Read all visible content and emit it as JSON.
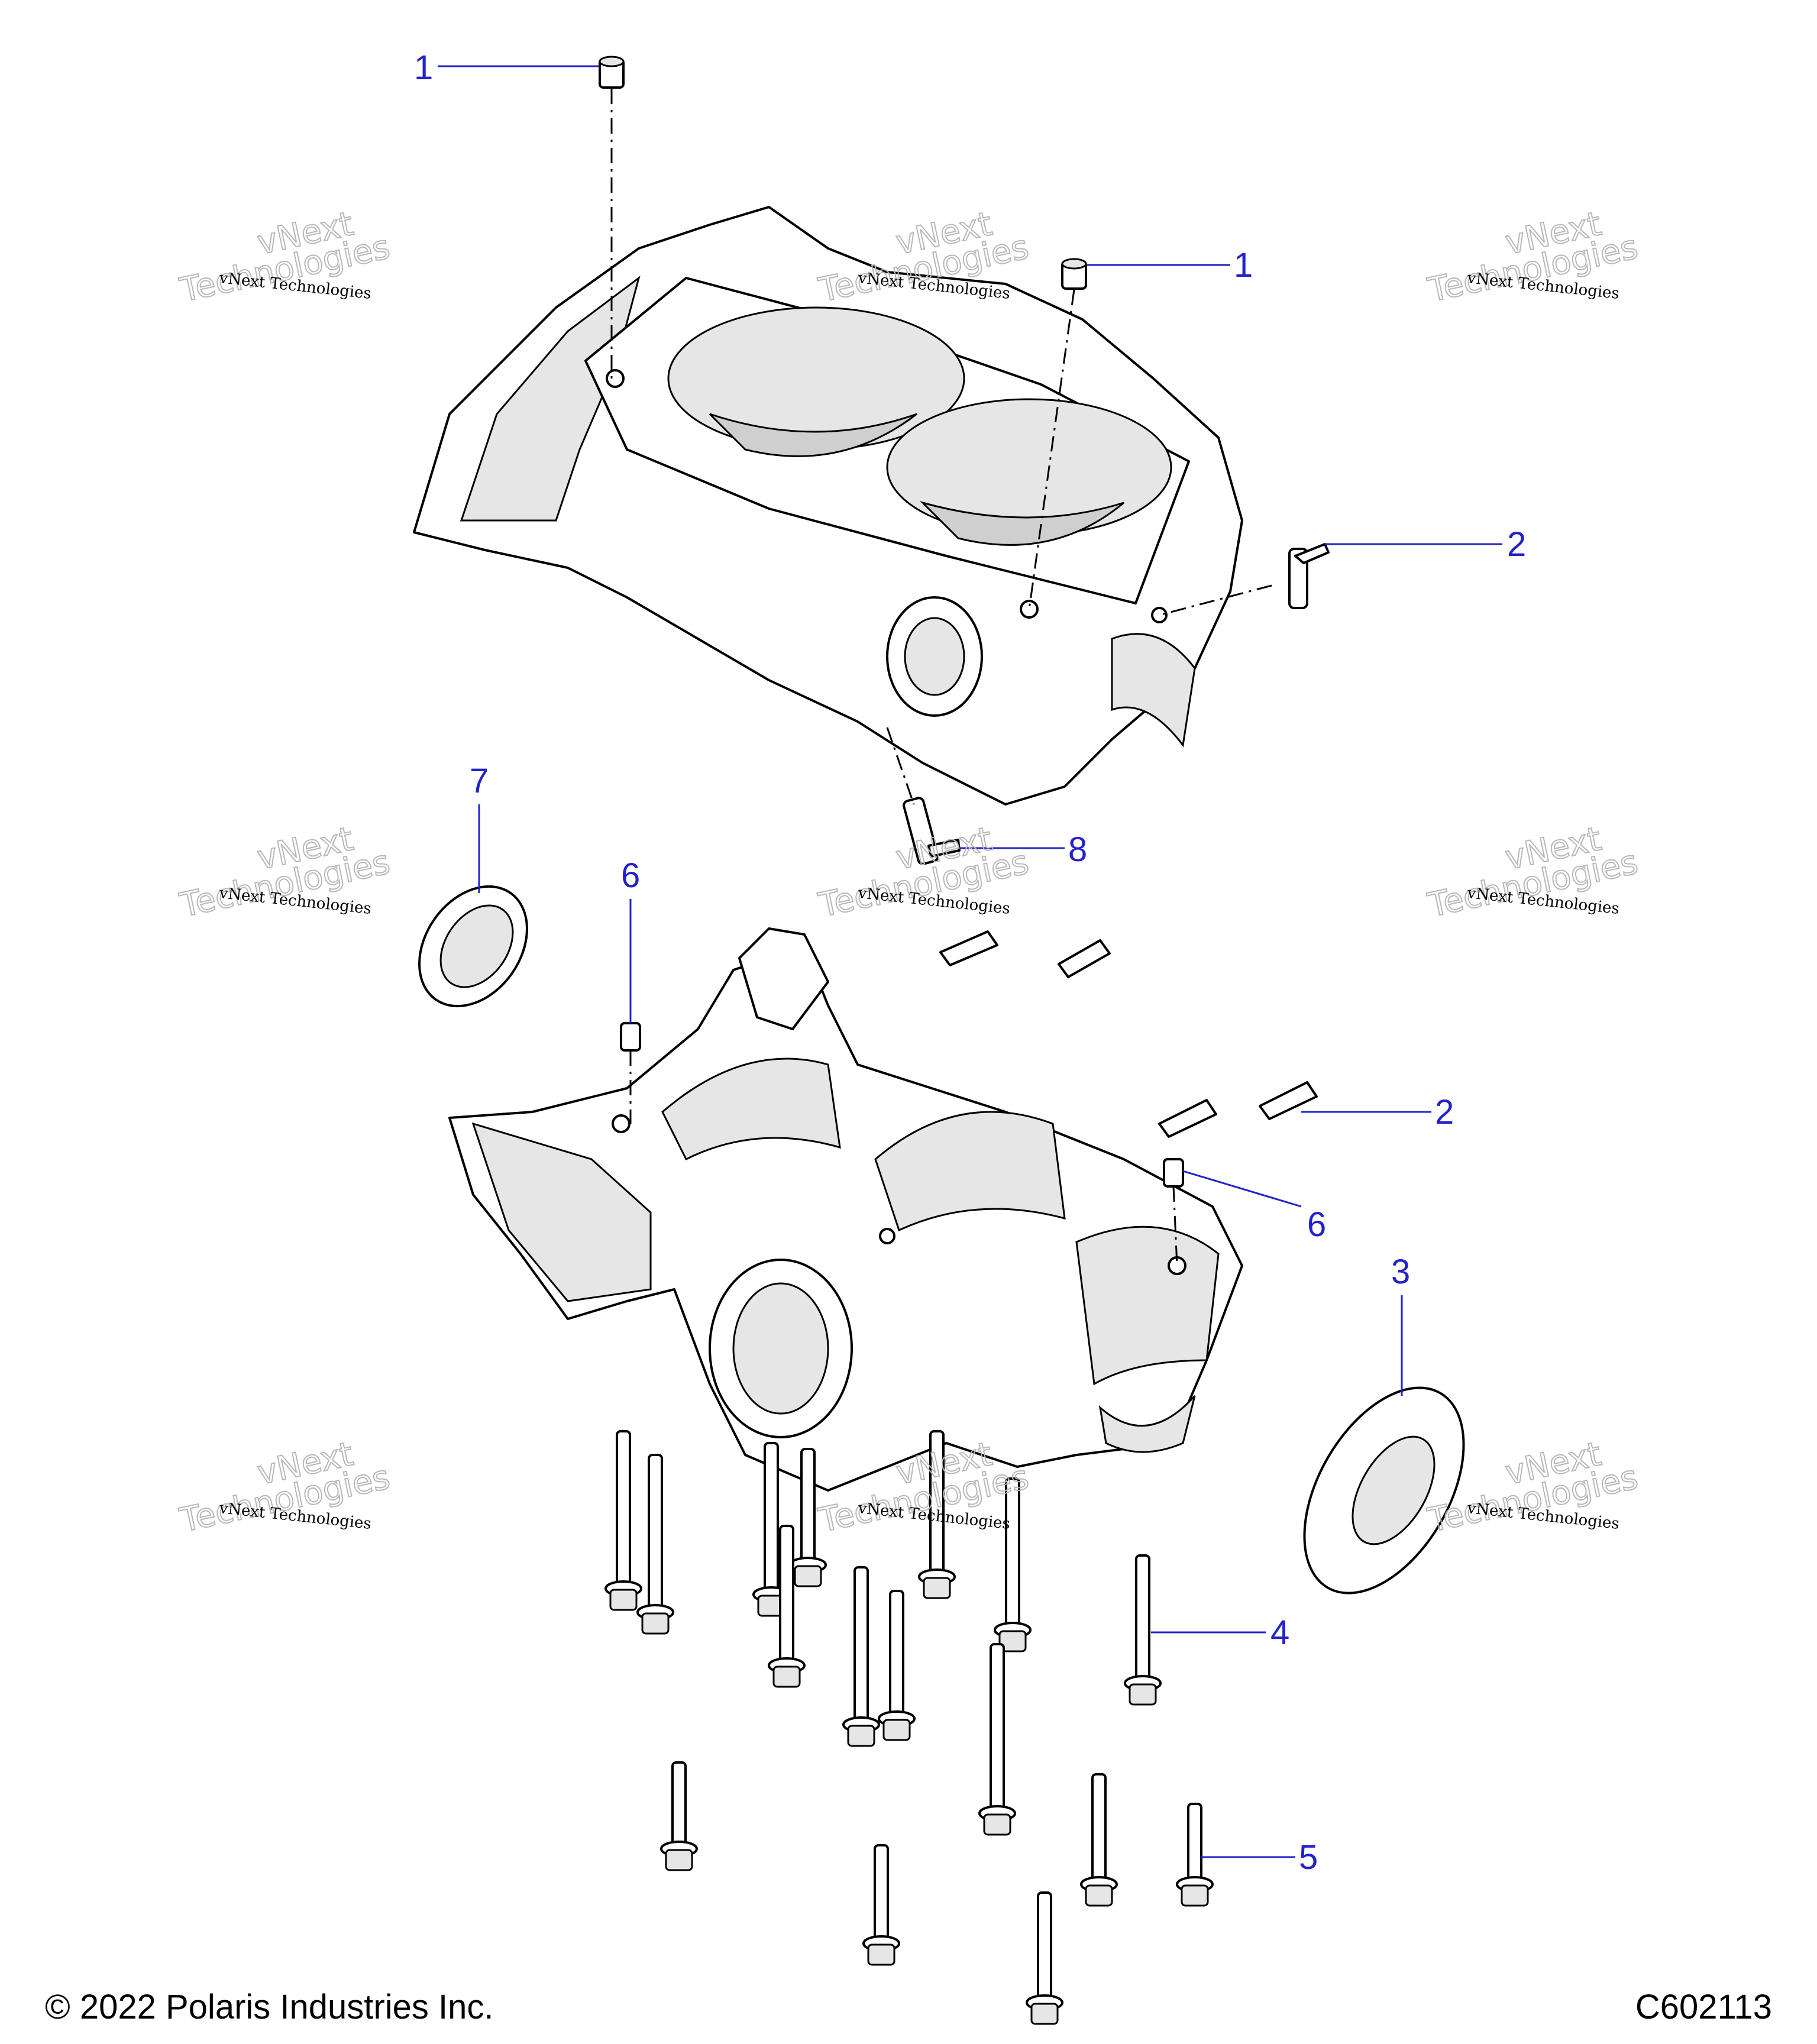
{
  "callouts": {
    "c1a": "1",
    "c1b": "1",
    "c2a": "2",
    "c2b": "2",
    "c3": "3",
    "c4": "4",
    "c5": "5",
    "c6a": "6",
    "c6b": "6",
    "c7": "7",
    "c8": "8"
  },
  "watermark": {
    "line_small": "vNext Technologies",
    "line_big_1": "vNext",
    "line_big_2": "Technologies"
  },
  "footer": {
    "copyright": "© 2022 Polaris Industries Inc.",
    "diagram_id": "C602113"
  },
  "colors": {
    "callout": "#2222cc",
    "line": "#000000",
    "shade": "#e6e6e6"
  }
}
